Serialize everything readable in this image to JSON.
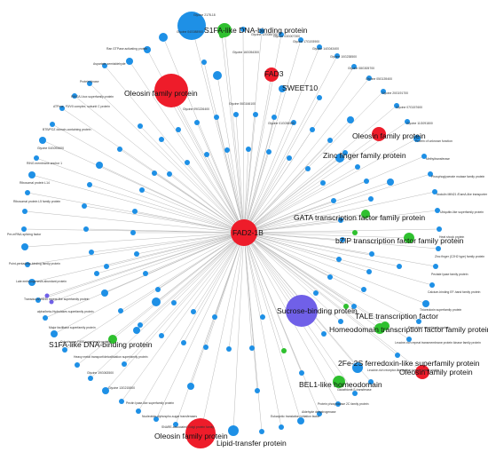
{
  "colors": {
    "background": "#ffffff",
    "edge": "#b9b9b9",
    "protein_blue": "#1e90e6",
    "hub_red": "#ee1c2a",
    "tf_green": "#2fc02f",
    "purple": "#7060e8"
  },
  "hub": {
    "label": "FAD2-1B",
    "color": "#ee1c2a"
  },
  "labeled_nodes": [
    {
      "label": "S1FA-like DNA-binding protein",
      "color": "#2fc02f"
    },
    {
      "label": "Oleosin family protein",
      "color": "#ee1c2a"
    },
    {
      "label": "FAD3",
      "color": "#ee1c2a"
    },
    {
      "label": "SWEET10",
      "color": "#1e90e6"
    },
    {
      "label": "Oleosin family protein",
      "color": "#ee1c2a"
    },
    {
      "label": "Zinc finger family protein",
      "color": "#1e90e6"
    },
    {
      "label": "GATA transcription factor family protein",
      "color": "#2fc02f"
    },
    {
      "label": "bZIP transcription factor family protein",
      "color": "#2fc02f"
    },
    {
      "label": "Sucrose-binding protein",
      "color": "#7060e8"
    },
    {
      "label": "TALE transcription factor",
      "color": "#2fc02f"
    },
    {
      "label": "Homeodomain transcription factor family protein",
      "color": "#2fc02f"
    },
    {
      "label": "FAD2-1B",
      "color": "#ee1c2a"
    },
    {
      "label": "S1FA-like DNA-binding protein",
      "color": "#2fc02f"
    },
    {
      "label": "2Fe-2S ferredoxin-like superfamily protein",
      "color": "#1e90e6"
    },
    {
      "label": "Oleosin family protein",
      "color": "#ee1c2a"
    },
    {
      "label": "BEL1-like homeodomain",
      "color": "#2fc02f"
    },
    {
      "label": "Oleosin family protein",
      "color": "#ee1c2a"
    },
    {
      "label": "Lipid-transfer protein",
      "color": "#1e90e6"
    }
  ],
  "small_labels": [
    "Glycine 2178-18",
    "Glycine 04G088900",
    "Ran GTPase activating protein",
    "Aspartate-semialdehyde",
    "Protein kinase",
    "RING/U-box superfamily protein",
    "ATPase, F0/V0 complex, subunit C protein",
    "BTB/POZ domain-containing protein",
    "Glycine 04G093600",
    "RING membrane-anchor 1",
    "Ribosomal protein L14",
    "Ribosomal protein L5 family protein",
    "Pre-mRNA-splicing factor",
    "Point-pentadelta-binding family protein",
    "Late embryogenesis abundant protein",
    "Transducin/WD40 repeat-like superfamily protein",
    "alpha/beta-Hydrolases superfamily protein",
    "Major facilitator superfamily protein",
    "Cytochrome P450 superfamily protein",
    "Heavy metal transport/detoxification superfamily protein",
    "Glycine 19G063500",
    "Glycine 13G215800",
    "Pectin lyase-like superfamily protein",
    "Nucleotide-diphospho-sugar transferases",
    "SNARE-associated Golgi protein family",
    "Eukaryotic translation initiation factor",
    "Aldehyde dehydrogenase",
    "Protein phosphatase 2C family protein",
    "Glutathione S-transferase",
    "Leucine-rich receptor-like protein kinase family protein",
    "Leucine-rich repeat transmembrane protein kinase family protein",
    "Peroxidase superfamily protein",
    "Thioredoxin superfamily protein",
    "Calcium-binding EF-hand family protein",
    "Pectate lyase family protein",
    "Zinc finger (C2H2 type) family protein",
    "Heat shock protein",
    "Ubiquitin-like superfamily protein",
    "Nodulin MtN21 /EamA-like transporter family protein",
    "Phosphoglycerate mutase family protein",
    "Methyltransferase",
    "Protein of unknown function",
    "Glycine 11G091800",
    "Glycine 07G157600",
    "Glycine 20G191700",
    "Glycine 05G139400",
    "Glycine 08G305700",
    "Glycine 10G238500",
    "Glycine 14G043400",
    "Glycine 17G193900",
    "Glycine 03G007300",
    "Glycine 12G084700",
    "Glycine 16G054300",
    "Glycine 06G166100",
    "Glycine 09G226400",
    "Glycine 01G036500"
  ]
}
